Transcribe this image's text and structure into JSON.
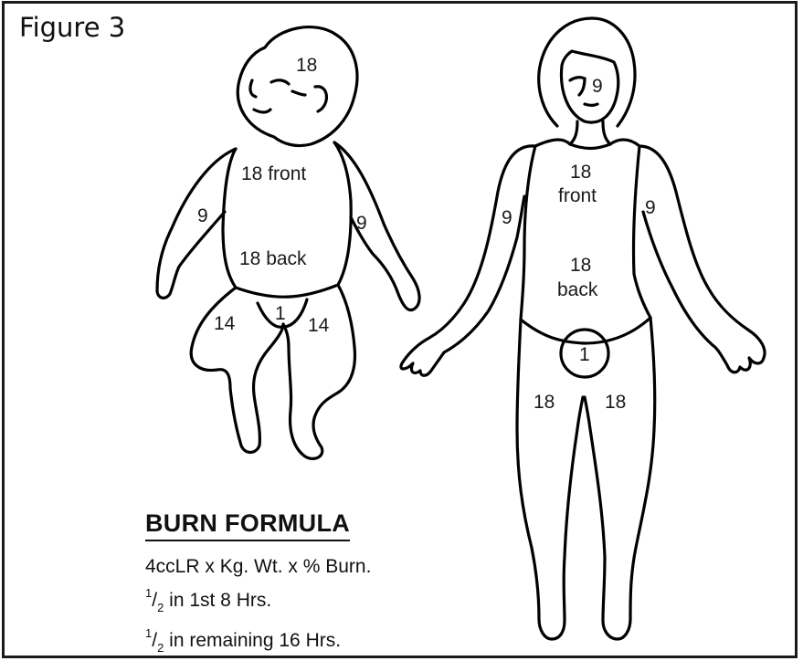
{
  "figure": {
    "title": "Figure 3"
  },
  "infant": {
    "labels": {
      "head": "18",
      "front": "18 front",
      "back": "18 back",
      "left_arm": "9",
      "right_arm": "9",
      "groin": "1",
      "left_leg": "14",
      "right_leg": "14"
    }
  },
  "adult": {
    "labels": {
      "head": "9",
      "front_num": "18",
      "front_word": "front",
      "back_num": "18",
      "back_word": "back",
      "left_arm": "9",
      "right_arm": "9",
      "groin": "1",
      "left_leg": "18",
      "right_leg": "18"
    }
  },
  "formula": {
    "title": "BURN FORMULA",
    "line1": "4ccLR x Kg. Wt. x % Burn.",
    "frac_num": "1",
    "frac_den": "2",
    "line2_rest": " in 1st 8 Hrs.",
    "line3_rest": " in remaining 16 Hrs."
  }
}
